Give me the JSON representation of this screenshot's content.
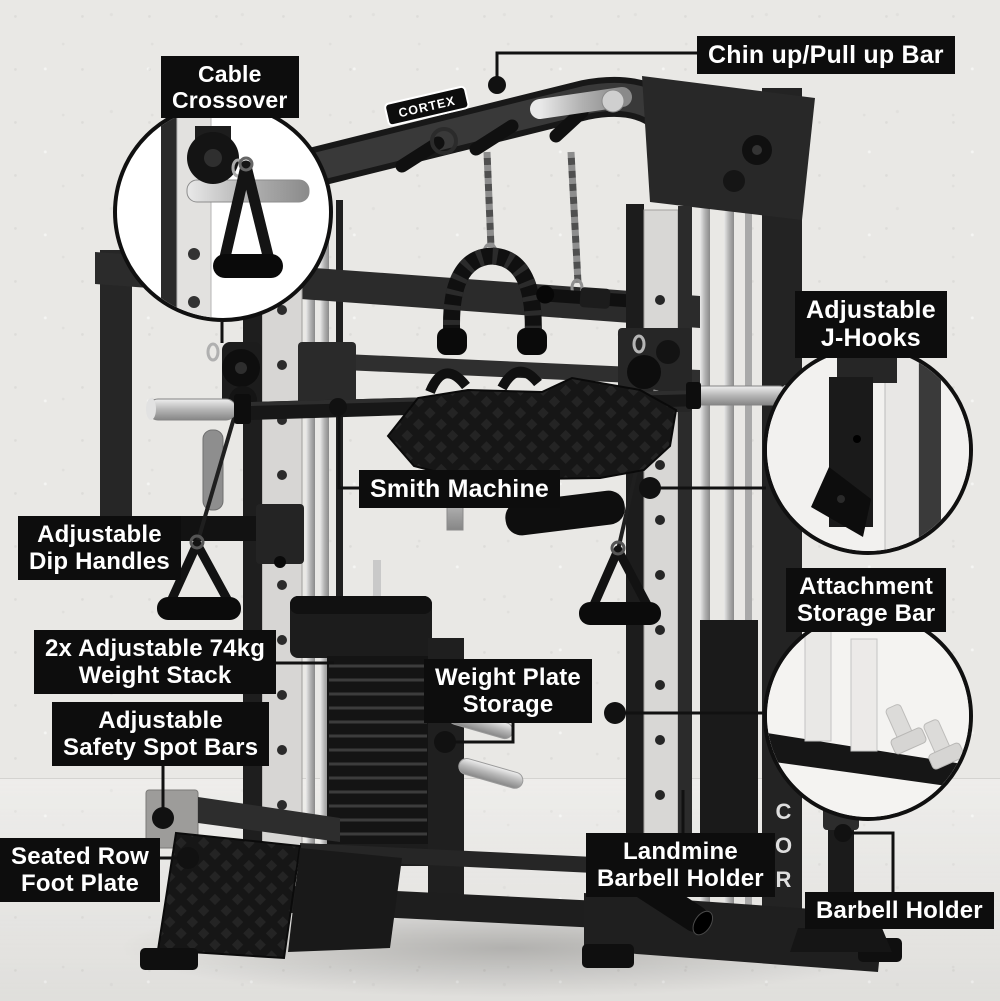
{
  "image_type": "annotated gym equipment feature diagram",
  "brand": "CORTEX",
  "colors": {
    "background": "#e9e8e5",
    "label_background": "#0d0d0d",
    "label_text": "#ffffff",
    "connector_line": "#111111",
    "machine_steel": "#1c1c1c",
    "chrome": "#c9c9c9"
  },
  "callouts": {
    "chin_up_bar": {
      "text": "Chin up/Pull up Bar"
    },
    "cable_crossover": {
      "line1": "Cable",
      "line2": "Crossover"
    },
    "adjustable_j_hooks": {
      "line1": "Adjustable",
      "line2": "J-Hooks"
    },
    "smith_machine": {
      "text": "Smith Machine"
    },
    "adjustable_dip_handles": {
      "line1": "Adjustable",
      "line2": "Dip Handles"
    },
    "weight_stack": {
      "line1": "2x Adjustable 74kg",
      "line2": "Weight Stack"
    },
    "adjustable_safety_spot_bars": {
      "line1": "Adjustable",
      "line2": "Safety Spot Bars"
    },
    "weight_plate_storage": {
      "line1": "Weight Plate",
      "line2": "Storage"
    },
    "seated_row_foot_plate": {
      "line1": "Seated Row",
      "line2": "Foot Plate"
    },
    "attachment_storage_bar": {
      "line1": "Attachment",
      "line2": "Storage Bar"
    },
    "landmine_barbell_holder": {
      "line1": "Landmine",
      "line2": "Barbell Holder"
    },
    "barbell_holder": {
      "text": "Barbell Holder"
    }
  }
}
